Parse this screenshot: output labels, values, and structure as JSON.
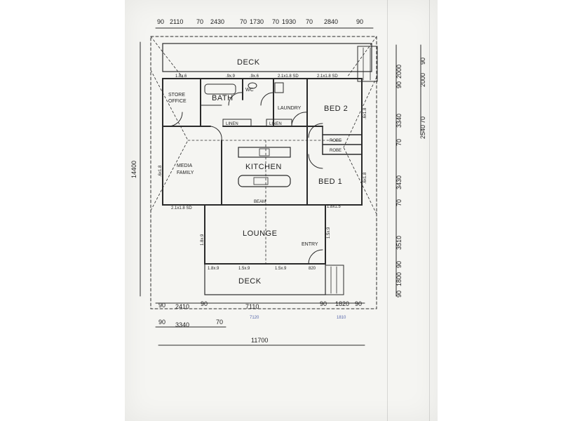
{
  "rooms": {
    "deck_top": "DECK",
    "store_office_1": "STORE",
    "store_office_2": "OFFICE",
    "bath": "BATH",
    "wc": "WC",
    "laundry": "LAUNDRY",
    "bed2": "BED 2",
    "media_family_1": "MEDIA",
    "media_family_2": "FAMILY",
    "kitchen": "KITCHEN",
    "bed1": "BED 1",
    "lounge": "LOUNGE",
    "entry": "ENTRY",
    "deck_bottom": "DECK"
  },
  "fixtures": {
    "linen_left": "LINEN",
    "linen_right": "LINEN",
    "robe_top": "ROBE",
    "robe_bottom": "ROBE",
    "beam": "BEAM"
  },
  "window_labels": {
    "w1": "1.8x.6",
    "w2": ".9x.9",
    "w3": ".9x.6",
    "w4": "2.1x1.8 SD",
    "w5": "2.1x1.8 SD",
    "w6": ".6x1.8",
    "w7": ".6x1.8",
    "w8": ".6x1.8",
    "w9": "2.1x1.8 SD",
    "w10": "1.8x1.5",
    "w11": "1.8x.9",
    "w12": "1.5x.9",
    "w13": "1.8x.9",
    "w14": "1.5x.9",
    "w15": "1.5x.9",
    "w16": "820"
  },
  "top_dims": [
    "90",
    "2110",
    "70",
    "2430",
    "70",
    "1730",
    "70",
    "1930",
    "70",
    "2840",
    "90"
  ],
  "left_dim": "14400",
  "right_dims_outer": [
    "90",
    "2000",
    "70",
    "2540"
  ],
  "right_dims_inner": [
    "2000",
    "90",
    "3340",
    "70",
    "3430",
    "70",
    "3510",
    "90",
    "1800",
    "90"
  ],
  "bottom_dims_row1": [
    "90",
    "2410",
    "90",
    "7110",
    "90",
    "1820",
    "90"
  ],
  "bottom_dims_row1_pencil": [
    "7120",
    "1810"
  ],
  "bottom_dims_row2": [
    "90",
    "3340",
    "70"
  ],
  "overall_width": "11700"
}
